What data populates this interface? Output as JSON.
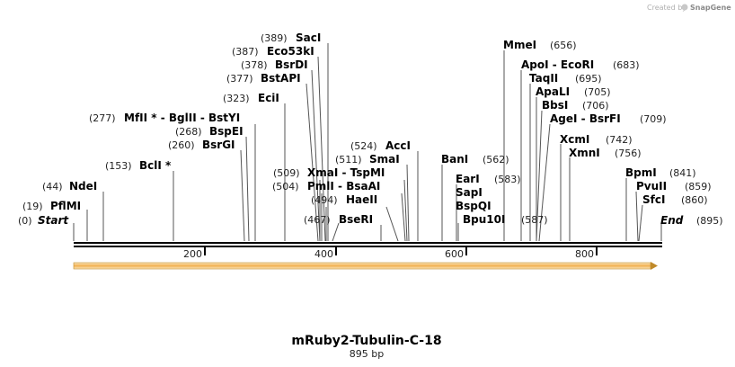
{
  "watermark": {
    "prefix": "Created by",
    "brand": "SnapGene"
  },
  "sequence": {
    "name": "mRuby2-Tubulin-C-18",
    "length_label": "895 bp",
    "length": 895
  },
  "ends": [
    {
      "name": "Start",
      "pos_label": "(0)"
    },
    {
      "name": "End",
      "pos_label": "(895)"
    }
  ],
  "ruler": {
    "ticks": [
      "200",
      "400",
      "600",
      "800"
    ]
  },
  "feature": {
    "color": "#f0b050",
    "start": 0,
    "end": 895
  },
  "sites": [
    {
      "pos_label": "(19)",
      "label": "PflMI"
    },
    {
      "pos_label": "(44)",
      "label": "NdeI"
    },
    {
      "pos_label": "(153)",
      "label": "BclI *"
    },
    {
      "pos_label": "(260)",
      "label": "BsrGI"
    },
    {
      "pos_label": "(268)",
      "label": "BspEI"
    },
    {
      "pos_label": "(277)",
      "label": "MfII * - BglII - BstYI"
    },
    {
      "pos_label": "(323)",
      "label": "EciI"
    },
    {
      "pos_label": "(377)",
      "label": "BstAPI"
    },
    {
      "pos_label": "(378)",
      "label": "BsrDI"
    },
    {
      "pos_label": "(387)",
      "label": "Eco53kI"
    },
    {
      "pos_label": "(389)",
      "label": "SacI"
    },
    {
      "pos_label": "(467)",
      "label": "BseRI"
    },
    {
      "pos_label": "(494)",
      "label": "HaeII"
    },
    {
      "pos_label": "(504)",
      "label": "PmlI - BsaAI"
    },
    {
      "pos_label": "(509)",
      "label": "XmaI - TspMI"
    },
    {
      "pos_label": "(511)",
      "label": "SmaI"
    },
    {
      "pos_label": "(524)",
      "label": "AccI"
    },
    {
      "pos_label": "",
      "label": "BanI"
    },
    {
      "pos_label": "(562)",
      "label": ""
    },
    {
      "pos_label": "",
      "label": "EarI"
    },
    {
      "pos_label": "(583)",
      "label": ""
    },
    {
      "pos_label": "",
      "label": "SapI"
    },
    {
      "pos_label": "",
      "label": "BspQI"
    },
    {
      "pos_label": "",
      "label": "Bpu10I"
    },
    {
      "pos_label": "(587)",
      "label": ""
    },
    {
      "pos_label": "(656)",
      "label": "MmeI"
    },
    {
      "pos_label": "(683)",
      "label": "ApoI - EcoRI"
    },
    {
      "pos_label": "(695)",
      "label": "TaqII"
    },
    {
      "pos_label": "(705)",
      "label": "ApaLI"
    },
    {
      "pos_label": "(706)",
      "label": "BbsI"
    },
    {
      "pos_label": "(709)",
      "label": "AgeI - BsrFI"
    },
    {
      "pos_label": "(742)",
      "label": "XcmI"
    },
    {
      "pos_label": "(756)",
      "label": "XmnI"
    },
    {
      "pos_label": "(841)",
      "label": "BpmI"
    },
    {
      "pos_label": "(859)",
      "label": "PvuII"
    },
    {
      "pos_label": "(860)",
      "label": "SfcI"
    }
  ]
}
